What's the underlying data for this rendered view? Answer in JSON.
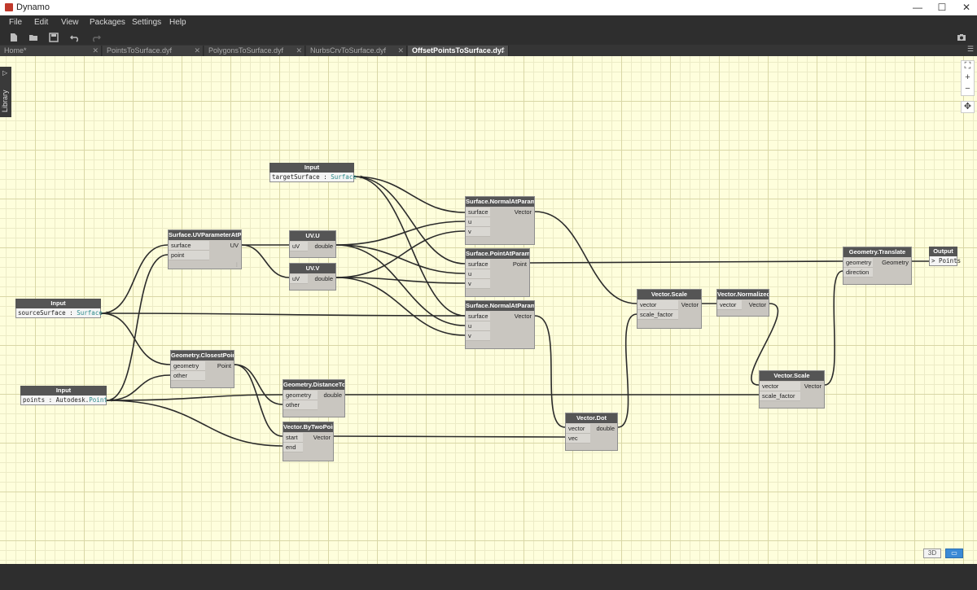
{
  "window": {
    "title": "Dynamo",
    "minimize_glyph": "—",
    "maximize_glyph": "☐",
    "close_glyph": "✕"
  },
  "menu": {
    "items": [
      "File",
      "Edit",
      "View",
      "Packages",
      "Settings",
      "Help"
    ]
  },
  "toolbar": {
    "icons": [
      "new-file-icon",
      "open-file-icon",
      "save-icon",
      "undo-icon",
      "redo-icon",
      "camera-icon"
    ]
  },
  "tabs": [
    {
      "label": "Home*",
      "close": "✕",
      "active": false
    },
    {
      "label": "PointsToSurface.dyf",
      "close": "✕",
      "active": false
    },
    {
      "label": "PolygonsToSurface.dyf",
      "close": "✕",
      "active": false
    },
    {
      "label": "NurbsCrvToSurface.dyf",
      "close": "✕",
      "active": false
    },
    {
      "label": "OffsetPointsToSurface.dyf",
      "close": "✕",
      "active": true
    }
  ],
  "tab_menu_glyph": "☰",
  "library": {
    "label": "Library",
    "arrow": "▷"
  },
  "zoom": {
    "fit": "⛶",
    "zoom_in": "+",
    "zoom_out": "−",
    "pan": "✥"
  },
  "nodes": {
    "input_target": {
      "title": "Input",
      "name": "targetSurface",
      "sep": " : ",
      "type": "Surface",
      "arrow": " >"
    },
    "input_source": {
      "title": "Input",
      "name": "sourceSurface",
      "sep": " : ",
      "type": "Surface",
      "arrow": " >"
    },
    "input_points": {
      "title": "Input",
      "name": "points",
      "sep": " : Autodesk.",
      "type": "Point",
      "arrow": " >"
    },
    "uv_param": {
      "title": "Surface.UVParameterAtPoint",
      "inputs": [
        "surface",
        "point"
      ],
      "output": "UV"
    },
    "uv_u": {
      "title": "UV.U",
      "inputs": [
        "uV"
      ],
      "output": "double"
    },
    "uv_v": {
      "title": "UV.V",
      "inputs": [
        "uV"
      ],
      "output": "double"
    },
    "normal_top": {
      "title": "Surface.NormalAtParameter",
      "inputs": [
        "surface",
        "u",
        "v"
      ],
      "output": "Vector"
    },
    "point_at": {
      "title": "Surface.PointAtParameter",
      "inputs": [
        "surface",
        "u",
        "v"
      ],
      "output": "Point"
    },
    "normal_bottom": {
      "title": "Surface.NormalAtParameter",
      "inputs": [
        "surface",
        "u",
        "v"
      ],
      "output": "Vector"
    },
    "closest": {
      "title": "Geometry.ClosestPointTo",
      "inputs": [
        "geometry",
        "other"
      ],
      "output": "Point"
    },
    "distance": {
      "title": "Geometry.DistanceTo",
      "inputs": [
        "geometry",
        "other"
      ],
      "output": "double"
    },
    "two_points": {
      "title": "Vector.ByTwoPoints",
      "inputs": [
        "start",
        "end"
      ],
      "output": "Vector"
    },
    "dot": {
      "title": "Vector.Dot",
      "inputs": [
        "vector",
        "vec"
      ],
      "output": "double"
    },
    "scale1": {
      "title": "Vector.Scale",
      "inputs": [
        "vector",
        "scale_factor"
      ],
      "output": "Vector"
    },
    "normalized": {
      "title": "Vector.Normalized",
      "inputs": [
        "vector"
      ],
      "output": "Vector"
    },
    "scale2": {
      "title": "Vector.Scale",
      "inputs": [
        "vector",
        "scale_factor"
      ],
      "output": "Vector"
    },
    "translate": {
      "title": "Geometry.Translate",
      "inputs": [
        "geometry",
        "direction"
      ],
      "output": "Geometry"
    },
    "output": {
      "title": "Output",
      "arrow": "> ",
      "name": "Points"
    }
  },
  "view_toggles": {
    "geometry_view": "3D",
    "graph_view": "▭"
  }
}
